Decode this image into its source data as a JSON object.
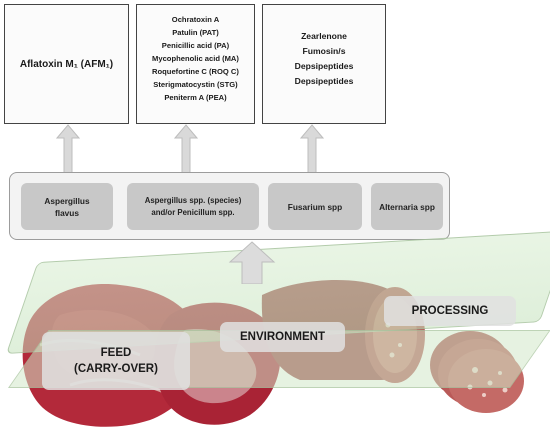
{
  "toxins": {
    "aspergillus_flavus": [
      "Aflatoxin M₁ (AFM₁)"
    ],
    "aspergillus_penicillium": [
      "Ochratoxin A",
      "Patulin (PAT)",
      "Penicillic acid (PA)",
      "Mycophenolic acid (MA)",
      "Roquefortine  C (ROQ C)",
      "Sterigmatocystin (STG)",
      "Peniterm A (PEA)"
    ],
    "fusarium": [
      "Zearlenone",
      "Fumosin/s",
      "Depsipeptides",
      "Depsipeptides"
    ]
  },
  "genera": [
    {
      "label": "Aspergillus\nflavus"
    },
    {
      "label": "Aspergillus spp. (species)\nand/or Penicillum spp."
    },
    {
      "label": "Fusarium spp"
    },
    {
      "label": "Alternaria spp"
    }
  ],
  "sources": {
    "feed": "FEED\n(CARRY-OVER)",
    "environment": "ENVIRONMENT",
    "processing": "PROCESSING"
  },
  "colors": {
    "box_border": "#444444",
    "genus_fill": "#c8c8c8",
    "arrow_fill": "#d9d9d9",
    "tray_green": "#cfe6c6",
    "raw_meat": "#b52a3a",
    "salami": "#a8494a"
  }
}
